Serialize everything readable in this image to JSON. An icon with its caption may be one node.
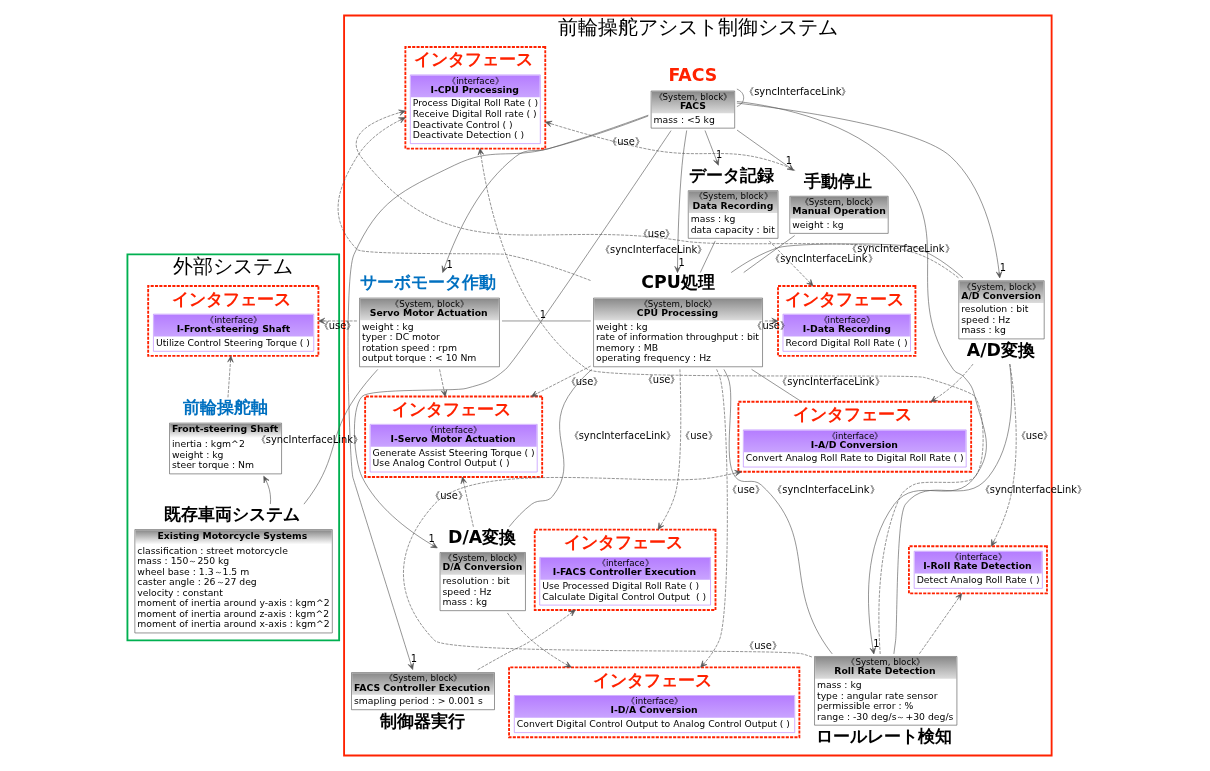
{
  "diagram": {
    "nodes": [
      {
        "text": [
          "外部システム"
        ]
      },
      {
        "text": [
          "インタフェース",
          "《interface》",
          "I-Front-steering Shaft",
          "Utilize Control Steering Torque ( )"
        ],
        "in": 0
      },
      {
        "text": [
          "前輪操舵軸",
          "Front-steering Shaft",
          "inertia : kgm^2",
          "weight : kg",
          "steer torque : Nm"
        ],
        "in": 0
      },
      {
        "text": [
          "既存車両システム",
          "Existing Motorcycle Systems",
          "classification : street motorcycle",
          "mass : 150～250 kg",
          "wheel base : 1.3～1.5 m",
          "caster angle : 26～27 deg",
          "velocity : constant",
          "moment of inertia around y-axis : kgm^2",
          "moment of inertia around z-axis : kgm^2",
          "moment of inertia around x-axis : kgm^2"
        ],
        "in": 0
      },
      {
        "text": [
          "前輪操舵アシスト制御システム"
        ]
      },
      {
        "text": [
          "FACS",
          "《System, block》",
          "FACS",
          "mass : <5 kg"
        ],
        "in": 4
      },
      {
        "text": [
          "データ記録",
          "《System, block》",
          "Data Recording",
          "mass : kg",
          "data capacity : bit"
        ],
        "in": 4
      },
      {
        "text": [
          "インタフェース",
          "《interface》",
          "I-Data Recording",
          "Record Digital Roll Rate ( )"
        ],
        "in": 4
      },
      {
        "text": [
          "インタフェース",
          "《interface》",
          "I-CPU Processing",
          "Process Digital Roll Rate ( )",
          "Receive Digital Roll rate ( )",
          "Deactivate Control ( )",
          "Deactivate Detection ( )"
        ],
        "in": 4
      },
      {
        "text": [
          "手動停止",
          "《System, block》",
          "Manual Operation",
          "weight : kg"
        ],
        "in": 4
      },
      {
        "text": [
          "サーボモータ作動",
          "《System, block》",
          "Servo Motor Actuation",
          "weight : kg",
          "typer : DC motor",
          "rotation speed : rpm",
          "output torque : < 10 Nm"
        ],
        "in": 4
      },
      {
        "text": [
          "CPU処理",
          "《System, block》",
          "CPU Processing",
          "weight : kg",
          "rate of information throughput : bit",
          "memory : MB",
          "operating frequency : Hz"
        ],
        "in": 4
      },
      {
        "text": [
          "《System, block》",
          "A/D Conversion",
          "resolution : bit",
          "speed : Hz",
          "mass : kg",
          "A/D変換"
        ],
        "in": 4
      },
      {
        "text": [
          "インタフェース",
          "《interface》",
          "I-Servo Motor Actuation",
          "Generate Assist Steering Torque ( )",
          "Use Analog Control Output ( )"
        ],
        "in": 4
      },
      {
        "text": [
          "インタフェース",
          "《interface》",
          "I-A/D Conversion",
          "Convert Analog Roll Rate to Digital Roll Rate ( )"
        ],
        "in": 4
      },
      {
        "text": [
          "D/A変換",
          "《System, block》",
          "D/A Conversion",
          "resolution : bit",
          "speed : Hz",
          "mass : kg"
        ],
        "in": 4
      },
      {
        "text": [
          "インタフェース",
          "《interface》",
          "I-FACS Controller Execution",
          "Use Processed Digital Roll Rate ( )",
          "Calculate Digital Control Output  ( )"
        ],
        "in": 4
      },
      {
        "text": [
          "《interface》",
          "I-Roll Rate Detection",
          "Detect Analog Roll Rate ( )"
        ],
        "in": 4
      },
      {
        "text": [
          "《System, block》",
          "FACS Controller Execution",
          "smapling period : > 0.001 s",
          "制御器実行"
        ],
        "in": 4
      },
      {
        "text": [
          "《System, block》",
          "Roll Rate Detection",
          "mass : kg",
          "type : angular rate sensor",
          "permissible error : %",
          "range : -30 deg/s～+30 deg/s",
          "ロールレート検知"
        ],
        "in": 4
      },
      {
        "text": [
          "インタフェース",
          "《interface》",
          "I-D/A Conversion",
          "Convert Digital Control Output to Analog Control Output ( )"
        ],
        "in": 4
      }
    ],
    "edges": [
      {
        "from": 5,
        "to": 6,
        "arrow": "to",
        "label": "1"
      },
      {
        "from": 5,
        "to": 10,
        "arrow": "to",
        "label": "1"
      },
      {
        "from": 5,
        "to": 11,
        "arrow": "to",
        "label": "1"
      },
      {
        "from": 5,
        "to": 15,
        "arrow": "to",
        "label": "1"
      },
      {
        "from": 5,
        "to": 12,
        "arrow": "to",
        "label": "1"
      },
      {
        "from": 5,
        "to": 9,
        "arrow": "to",
        "label": "1"
      },
      {
        "from": 5,
        "to": 18,
        "arrow": "to",
        "label": "1"
      },
      {
        "from": 5,
        "to": 19,
        "arrow": "to",
        "label": "1"
      },
      {
        "from": 5,
        "to": 5,
        "arrow": "none",
        "label": "《syncInterfaceLink》"
      },
      {
        "from": 3,
        "to": 2,
        "arrow": "to"
      },
      {
        "from": 2,
        "to": 1,
        "arrow": "to",
        "style": "dashed"
      },
      {
        "from": 10,
        "to": 1,
        "arrow": "to",
        "style": "dashed",
        "label": "《use》"
      },
      {
        "from": 6,
        "to": 7,
        "arrow": "to",
        "style": "dashed"
      },
      {
        "from": 11,
        "to": 7,
        "arrow": "to",
        "style": "dashed",
        "label": "《use》"
      },
      {
        "from": 11,
        "to": 8,
        "arrow": "to",
        "style": "dashed"
      },
      {
        "from": 9,
        "to": 8,
        "arrow": "to",
        "style": "dashed",
        "label": "《use》"
      },
      {
        "from": 12,
        "to": 8,
        "arrow": "to",
        "style": "dashed",
        "label": "《use》"
      },
      {
        "from": 19,
        "to": 8,
        "arrow": "to",
        "style": "dashed",
        "label": "《use》"
      },
      {
        "from": 10,
        "to": 13,
        "arrow": "to",
        "style": "dashed"
      },
      {
        "from": 11,
        "to": 13,
        "arrow": "to",
        "style": "dashed",
        "label": "《use》"
      },
      {
        "from": 15,
        "to": 13,
        "arrow": "to",
        "style": "dashed",
        "label": "《use》"
      },
      {
        "from": 15,
        "to": 20,
        "arrow": "to",
        "style": "dashed"
      },
      {
        "from": 11,
        "to": 20,
        "arrow": "to",
        "style": "dashed",
        "label": "《use》"
      },
      {
        "from": 11,
        "to": 16,
        "arrow": "to",
        "style": "dashed",
        "label": "《use》"
      },
      {
        "from": 18,
        "to": 16,
        "arrow": "to",
        "style": "dashed"
      },
      {
        "from": 12,
        "to": 14,
        "arrow": "to",
        "style": "dashed"
      },
      {
        "from": 19,
        "to": 14,
        "arrow": "to",
        "style": "dashed",
        "label": "《use》"
      },
      {
        "from": 19,
        "to": 17,
        "arrow": "to",
        "style": "dashed"
      },
      {
        "from": 12,
        "to": 17,
        "arrow": "to",
        "style": "dashed",
        "label": "《use》"
      },
      {
        "from": 11,
        "to": 9,
        "arrow": "none",
        "label": "《syncInterfaceLink》"
      },
      {
        "from": 11,
        "to": 12,
        "arrow": "none",
        "label": "《syncInterfaceLink》"
      },
      {
        "from": 11,
        "to": 10,
        "arrow": "none",
        "label": "1"
      },
      {
        "from": 11,
        "to": 6,
        "arrow": "none",
        "label": "《syncInterfaceLink》"
      },
      {
        "from": 11,
        "to": 15,
        "arrow": "none",
        "label": "《syncInterfaceLink》"
      },
      {
        "from": 11,
        "to": 19,
        "arrow": "none",
        "label": "《syncInterfaceLink》"
      },
      {
        "from": 12,
        "to": 19,
        "arrow": "none",
        "label": "《syncInterfaceLink》"
      },
      {
        "from": 10,
        "to": 3,
        "arrow": "none",
        "label": "《syncInterfaceLink》"
      },
      {
        "from": 11,
        "to": 14,
        "arrow": "none",
        "label": "《syncInterfaceLink》"
      }
    ]
  }
}
